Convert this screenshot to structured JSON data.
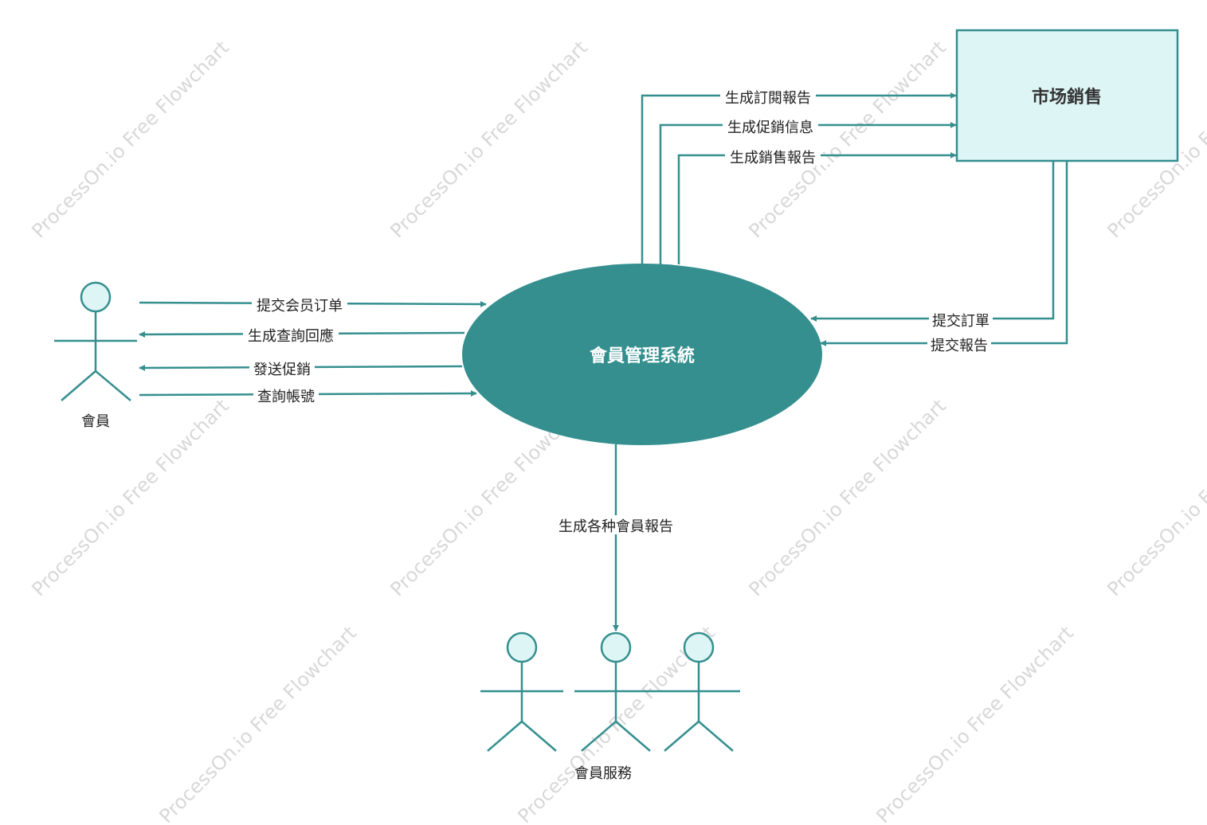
{
  "colors": {
    "teal": "#358F8F",
    "light_fill": "#DDF5F4",
    "label_bg": "#ffffff",
    "text": "#222222",
    "watermark": "#d8d8d8"
  },
  "watermark_text": "ProcessOn.io Free Flowchart",
  "nodes": {
    "system": {
      "label": "會員管理系統"
    },
    "market": {
      "label": "市场銷售"
    },
    "member": {
      "label": "會員"
    },
    "service": {
      "label": "會員服務"
    }
  },
  "edges": {
    "submit_member_order": "提交会员订单",
    "query_response": "生成查詢回應",
    "send_promo": "發送促銷",
    "query_account": "查詢帳號",
    "subscription_report": "生成訂閱報告",
    "promo_info": "生成促銷信息",
    "sales_report": "生成銷售報告",
    "submit_order": "提交訂單",
    "submit_report": "提交報告",
    "member_reports": "生成各种會員報告"
  }
}
